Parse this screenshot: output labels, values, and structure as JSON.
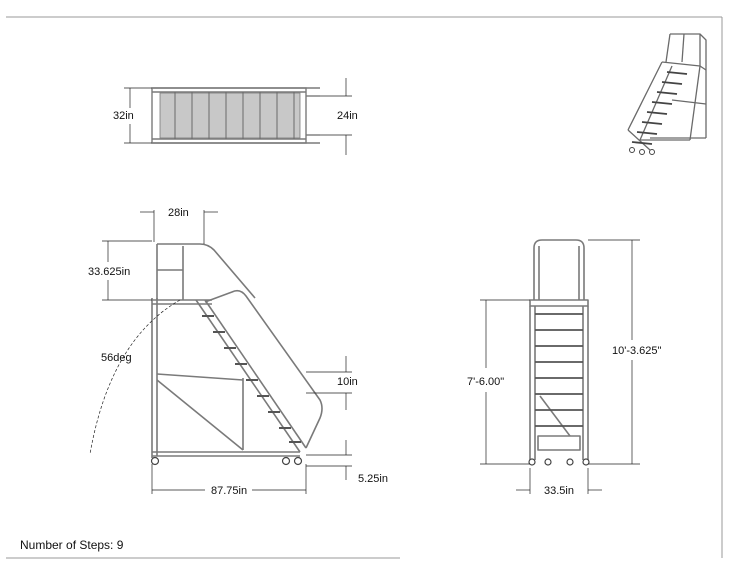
{
  "dimensions": {
    "top_width": "32in",
    "top_platform": "24in",
    "platform_depth": "28in",
    "handrail_height": "33.625in",
    "angle": "56deg",
    "top_step_depth": "10in",
    "bottom_clearance": "5.25in",
    "base_length": "87.75in",
    "platform_height": "7'-6.00\"",
    "overall_height": "10'-3.625\"",
    "base_width": "33.5in"
  },
  "caption": {
    "label": "Number of Steps:",
    "value": "9"
  },
  "colors": {
    "frame": "#7a7a7a",
    "line": "#222222",
    "border": "#9a9a9a"
  }
}
